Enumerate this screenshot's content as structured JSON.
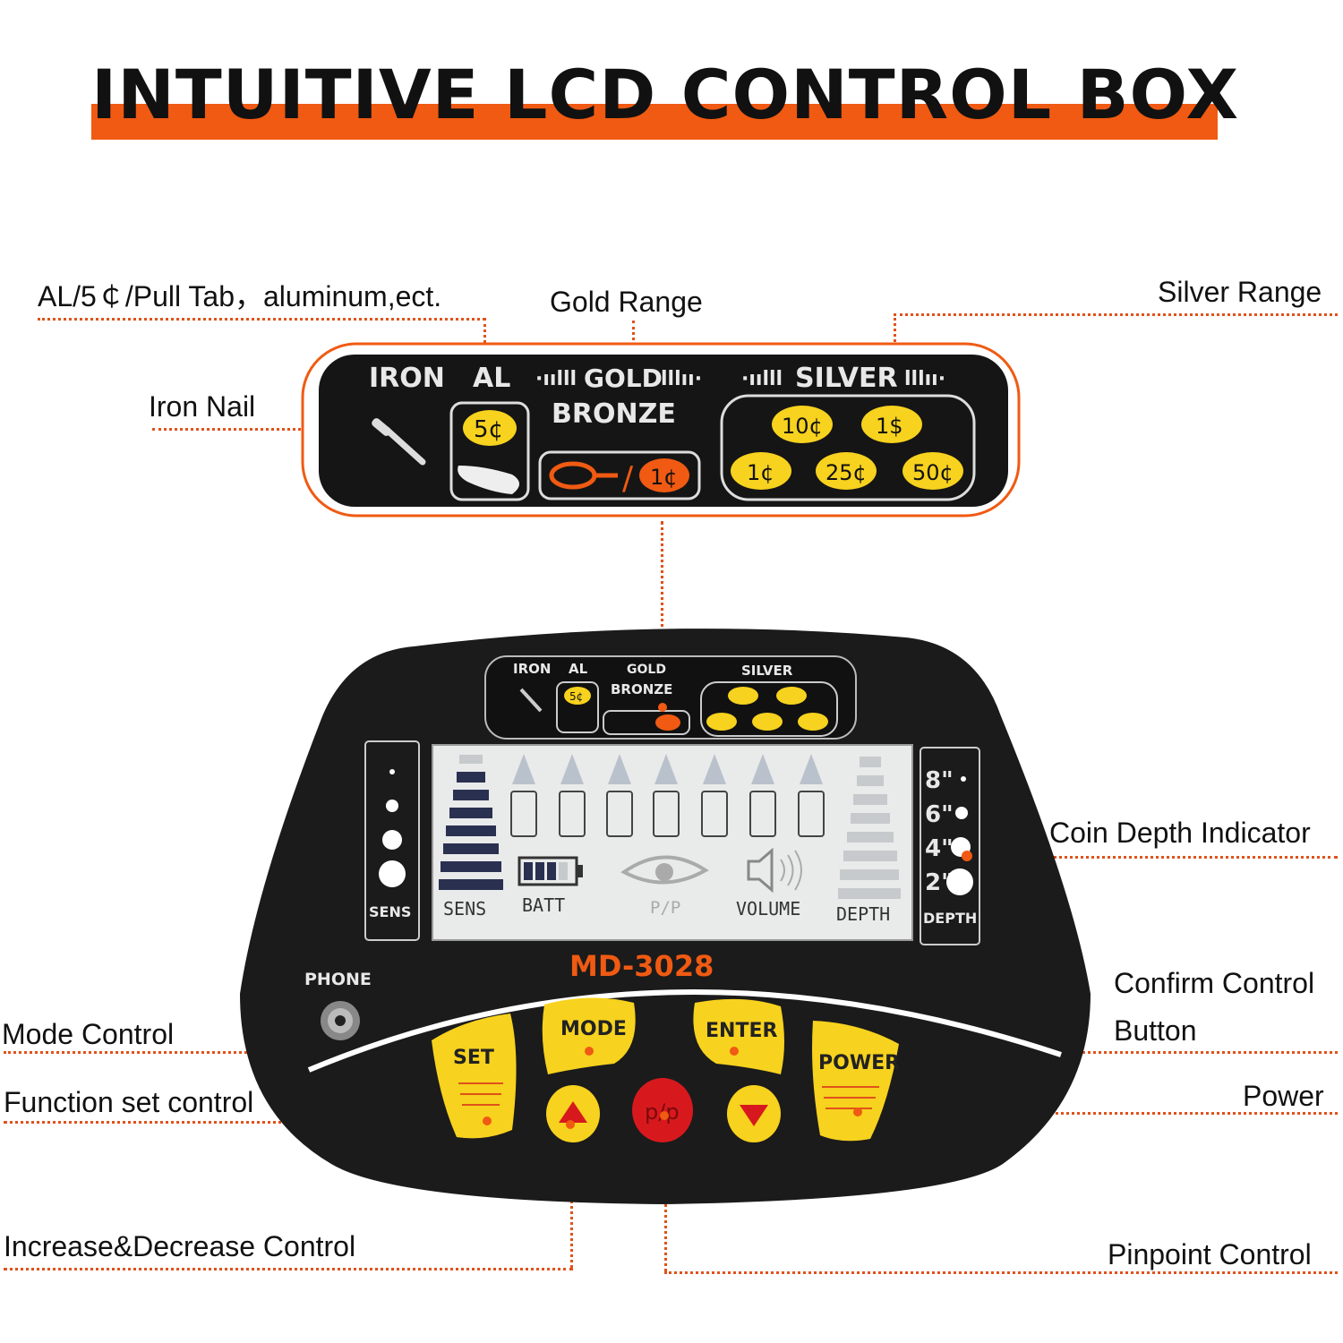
{
  "title": "INTUITIVE LCD CONTROL BOX",
  "callouts": {
    "al_pull_tab": "AL/5￠/Pull Tab，aluminum,ect.",
    "gold_range": "Gold Range",
    "silver_range": "Silver Range",
    "iron_nail": "Iron Nail",
    "coin_depth": "Coin Depth Indicator",
    "confirm_line1": "Confirm Control",
    "confirm_line2": "Button",
    "mode_control": "Mode Control",
    "function_set": "Function set control",
    "power": "Power",
    "increase_decrease": "Increase&Decrease Control",
    "pinpoint": "Pinpoint Control"
  },
  "sticker": {
    "iron": "IRON",
    "al": "AL",
    "gold": "GOLD",
    "bronze": "BRONZE",
    "silver": "SILVER",
    "coins": {
      "c5": "5¢",
      "c10": "10¢",
      "d1": "1$",
      "c1": "1¢",
      "c25": "25¢",
      "c50": "50¢",
      "bronze_1c": "1¢"
    }
  },
  "device": {
    "model": "MD-3028",
    "phone": "PHONE",
    "sens": "SENS",
    "depth": "DEPTH",
    "depth_marks": [
      "8\"",
      "6\"",
      "4\"",
      "2\""
    ],
    "lcd": {
      "sens": "SENS",
      "batt": "BATT",
      "pp": "P/P",
      "volume": "VOLUME",
      "depth": "DEPTH"
    },
    "buttons": {
      "set": "SET",
      "mode": "MODE",
      "enter": "ENTER",
      "power": "POWER",
      "pp": "p/p"
    }
  },
  "colors": {
    "accent": "#f05a12",
    "button_yellow": "#f7d21e",
    "pp_red": "#d7191e",
    "device_body": "#1b1b1b"
  }
}
